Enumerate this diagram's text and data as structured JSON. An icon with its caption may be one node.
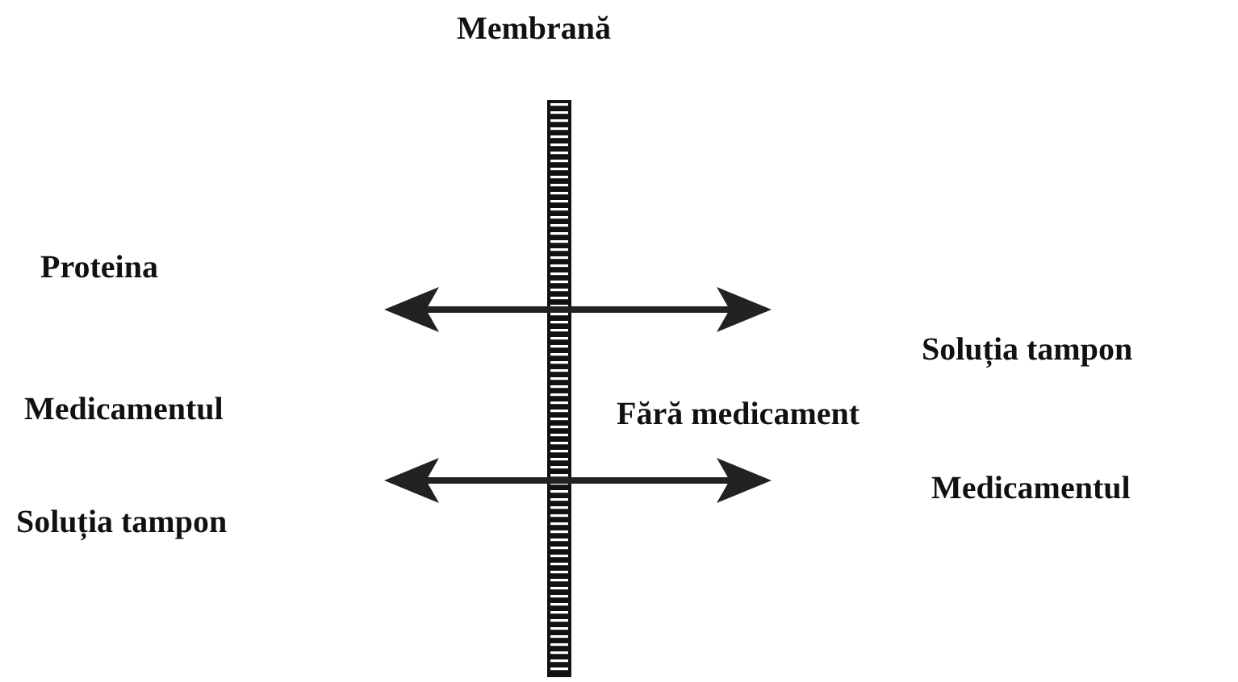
{
  "diagram": {
    "labels": [
      "Membrană",
      "Proteina",
      "Soluția tampon",
      "Medicamentul",
      "Fără medicament",
      "Medicamentul",
      "Soluția tampon"
    ]
  }
}
